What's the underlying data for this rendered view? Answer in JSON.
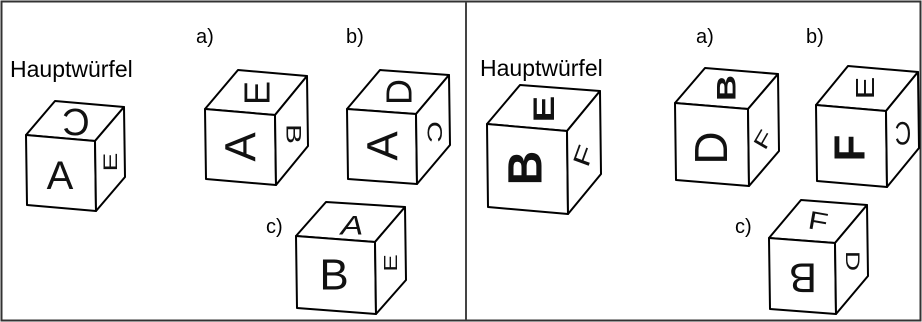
{
  "panels": [
    {
      "main_label": "Hauptwürfel",
      "main_cube": {
        "top": "C",
        "front": "A",
        "right": "E"
      },
      "options": [
        {
          "label": "a)",
          "top": "E",
          "front": "A",
          "right": "B"
        },
        {
          "label": "b)",
          "top": "D",
          "front": "A",
          "right": "C"
        },
        {
          "label": "c)",
          "top": "A",
          "front": "B",
          "right": "E"
        }
      ]
    },
    {
      "main_label": "Hauptwürfel",
      "main_cube": {
        "top": "E",
        "front": "B",
        "right": "F"
      },
      "options": [
        {
          "label": "a)",
          "top": "B",
          "front": "D",
          "right": "F"
        },
        {
          "label": "b)",
          "top": "E",
          "front": "F",
          "right": "C"
        },
        {
          "label": "c)",
          "top": "F",
          "front": "B",
          "right": "D"
        }
      ]
    }
  ]
}
